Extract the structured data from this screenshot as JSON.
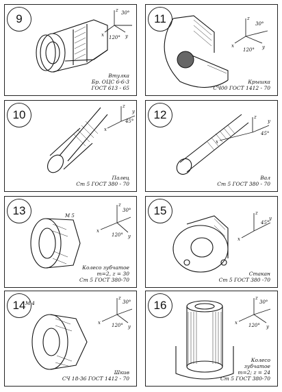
{
  "panels": [
    {
      "number": "9",
      "caption": [
        "Втулка",
        "Бр. ОЦС 6-6-3",
        "ГОСТ 613 - 65"
      ],
      "angles": [
        "30°",
        "120°"
      ],
      "axes": [
        "z",
        "x",
        "y"
      ]
    },
    {
      "number": "11",
      "caption": [
        "Крышка",
        "СЧ00 ГОСТ 1412 - 70"
      ],
      "angles": [
        "30°",
        "120°"
      ],
      "axes": [
        "z",
        "x",
        "y"
      ]
    },
    {
      "number": "10",
      "caption": [
        "Палец",
        "Ст 5 ГОСТ 380 - 70"
      ],
      "angles": [
        "45°"
      ],
      "axes": [
        "z",
        "y",
        "x"
      ]
    },
    {
      "number": "12",
      "caption": [
        "Вал",
        "Ст 5 ГОСТ 380 - 70"
      ],
      "angles": [
        "45°"
      ],
      "axes": [
        "z",
        "y",
        "x"
      ]
    },
    {
      "number": "13",
      "caption": [
        "Колесо зубчатое",
        "m=2, z = 30",
        "Ст 5 ГОСТ 380-70"
      ],
      "thread": "М 5",
      "angles": [
        "30°",
        "120°"
      ],
      "axes": [
        "z",
        "x",
        "y"
      ]
    },
    {
      "number": "15",
      "caption": [
        "Стакан",
        "Ст 5 ГОСТ 380 -70"
      ],
      "angles": [
        "45°"
      ],
      "axes": [
        "z",
        "x",
        "y"
      ]
    },
    {
      "number": "14",
      "caption": [
        "Шкив",
        "СЧ 18-36 ГОСТ 1412 - 70"
      ],
      "thread": "М 4",
      "angles": [
        "30°",
        "120°"
      ],
      "axes": [
        "z",
        "x",
        "y"
      ]
    },
    {
      "number": "16",
      "caption": [
        "Колесо",
        "зубчатое",
        "m=2; z = 24",
        "Ст 5 ГОСТ 380-70"
      ],
      "angles": [
        "30°",
        "120°"
      ],
      "axes": [
        "z",
        "x",
        "y"
      ]
    }
  ]
}
